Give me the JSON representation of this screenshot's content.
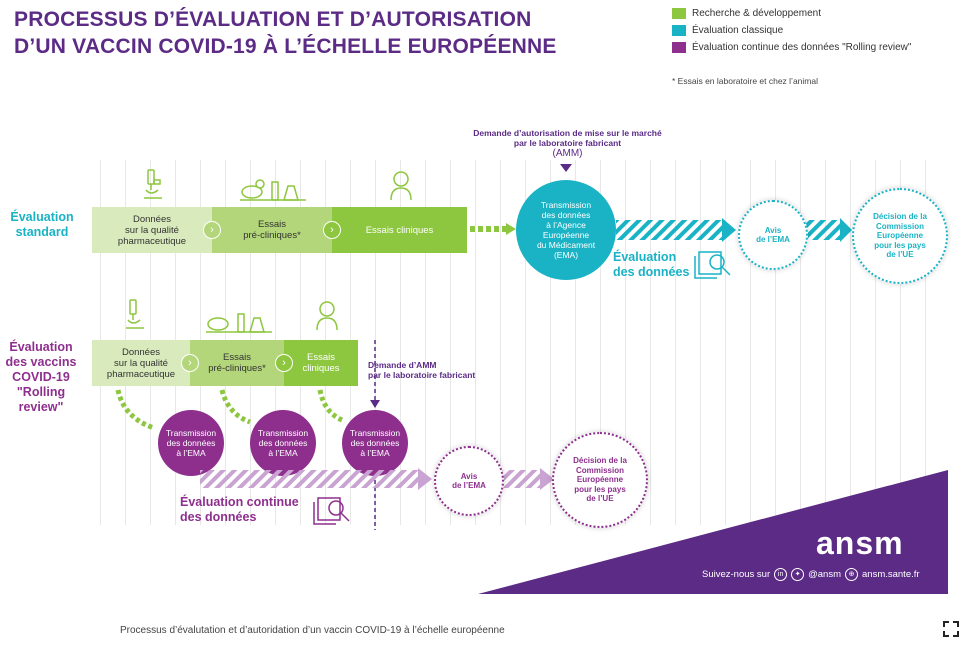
{
  "title": {
    "line1": "PROCESSUS D’ÉVALUATION ET D’AUTORISATION",
    "line2": "D’UN VACCIN COVID-19 À L’ÉCHELLE EUROPÉENNE"
  },
  "legend": [
    {
      "label": "Recherche & développement",
      "color": "#8dc63f"
    },
    {
      "label": "Évaluation classique",
      "color": "#19b3c5"
    },
    {
      "label": "Évaluation continue des données \"Rolling review\"",
      "color": "#8e2f8e"
    }
  ],
  "note": "* Essais en laboratoire et chez l’animal",
  "amm_request": {
    "line1": "Demande d’autorisation de mise sur le marché",
    "line2": "par le laboratoire fabricant",
    "line3": "(AMM)"
  },
  "standard": {
    "label_line1": "Évaluation",
    "label_line2": "standard",
    "steps": [
      {
        "l1": "Données",
        "l2": "sur la qualité",
        "l3": "pharmaceutique"
      },
      {
        "l1": "Essais",
        "l2": "pré-cliniques*"
      },
      {
        "l1": "Essais cliniques"
      }
    ],
    "ema": {
      "l1": "Transmission",
      "l2": "des données",
      "l3": "à l’Agence",
      "l4": "Européenne",
      "l5": "du Médicament",
      "l6": "(EMA)"
    },
    "eval_label_l1": "Évaluation",
    "eval_label_l2": "des données",
    "avis": {
      "l1": "Avis",
      "l2": "de l’EMA"
    },
    "decision": {
      "l1": "Décision de la",
      "l2": "Commission",
      "l3": "Européenne",
      "l4": "pour les pays",
      "l5": "de l’UE"
    }
  },
  "rolling": {
    "label_l1": "Évaluation",
    "label_l2": "des vaccins",
    "label_l3": "COVID-19",
    "label_l4": "\"Rolling review\"",
    "steps": [
      {
        "l1": "Données",
        "l2": "sur la qualité",
        "l3": "pharmaceutique"
      },
      {
        "l1": "Essais",
        "l2": "pré-cliniques*"
      },
      {
        "l1": "Essais",
        "l2": "cliniques"
      }
    ],
    "amm_l1": "Demande d’AMM",
    "amm_l2": "par le laboratoire fabricant",
    "transmissions": [
      {
        "l1": "Transmission",
        "l2": "des données",
        "l3": "à l’EMA"
      },
      {
        "l1": "Transmission",
        "l2": "des données",
        "l3": "à l’EMA"
      },
      {
        "l1": "Transmission",
        "l2": "des données",
        "l3": "à l’EMA"
      }
    ],
    "eval_label_l1": "Évaluation continue",
    "eval_label_l2": "des données",
    "avis": {
      "l1": "Avis",
      "l2": "de l’EMA"
    },
    "decision": {
      "l1": "Décision de la",
      "l2": "Commission",
      "l3": "Européenne",
      "l4": "pour les pays",
      "l5": "de l’UE"
    }
  },
  "brand": {
    "logo": "ansm",
    "follow": "Suivez-nous sur",
    "handle": "@ansm",
    "site": "ansm.sante.fr"
  },
  "caption": "Processus d’évalutation et d’autoridation d’un vaccin COVID-19 à l’échelle européenne",
  "icons": [
    "microscope-icon",
    "lab-equipment-icon",
    "doctor-icon",
    "magnifier-document-icon",
    "expand-icon",
    "linkedin-icon",
    "twitter-icon",
    "globe-icon"
  ]
}
